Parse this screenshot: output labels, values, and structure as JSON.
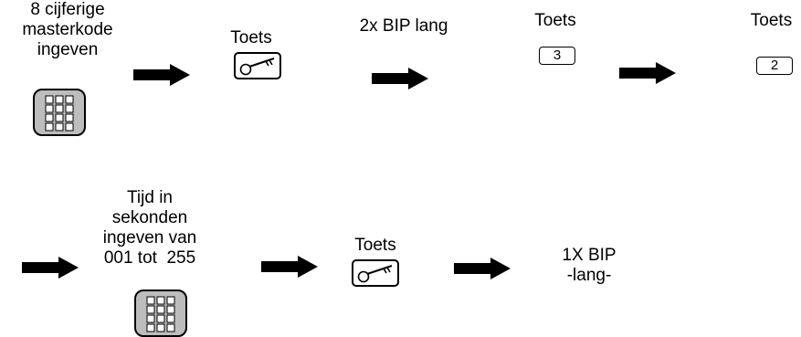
{
  "row1": {
    "masterkode_text": "8 cijferige\nmasterkode\ningeven",
    "toets_key_label": "Toets",
    "bip_text": "2x BIP lang",
    "toets_3_label": "Toets",
    "key_3": "3",
    "toets_2_label": "Toets",
    "key_2": "2"
  },
  "row2": {
    "tijd_text": "Tijd in\nsekonden\ningeven van\n001 tot  255",
    "toets_key_label": "Toets",
    "bip_text": "1X BIP\n-lang-"
  },
  "icons": {
    "arrow": "right-arrow-icon",
    "keypad": "keypad-icon",
    "key": "key-icon"
  }
}
